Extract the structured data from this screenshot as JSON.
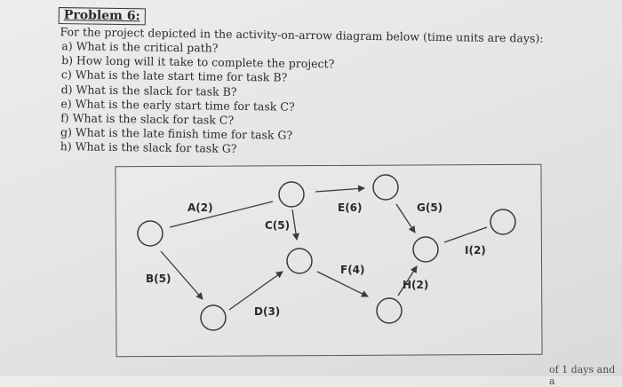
{
  "problem": {
    "heading": "Problem 6:",
    "intro": "For the project depicted in the activity-on-arrow diagram below (time units are days):",
    "questions": [
      "a) What is the critical path?",
      "b) How long will it take to complete the project?",
      "c) What is the late start time for task B?",
      "d) What is the slack for task B?",
      "e) What is the early start time for task C?",
      "f) What is the slack for task C?",
      "g) What is the late finish time for task G?",
      "h) What is the slack for task G?"
    ]
  },
  "diagram": {
    "tasks": {
      "A": "A(2)",
      "B": "B(5)",
      "C": "C(5)",
      "D": "D(3)",
      "E": "E(6)",
      "F": "F(4)",
      "G": "G(5)",
      "H": "H(2)",
      "I": "I(2)"
    }
  },
  "footer_fragment": "of 1 days and a"
}
